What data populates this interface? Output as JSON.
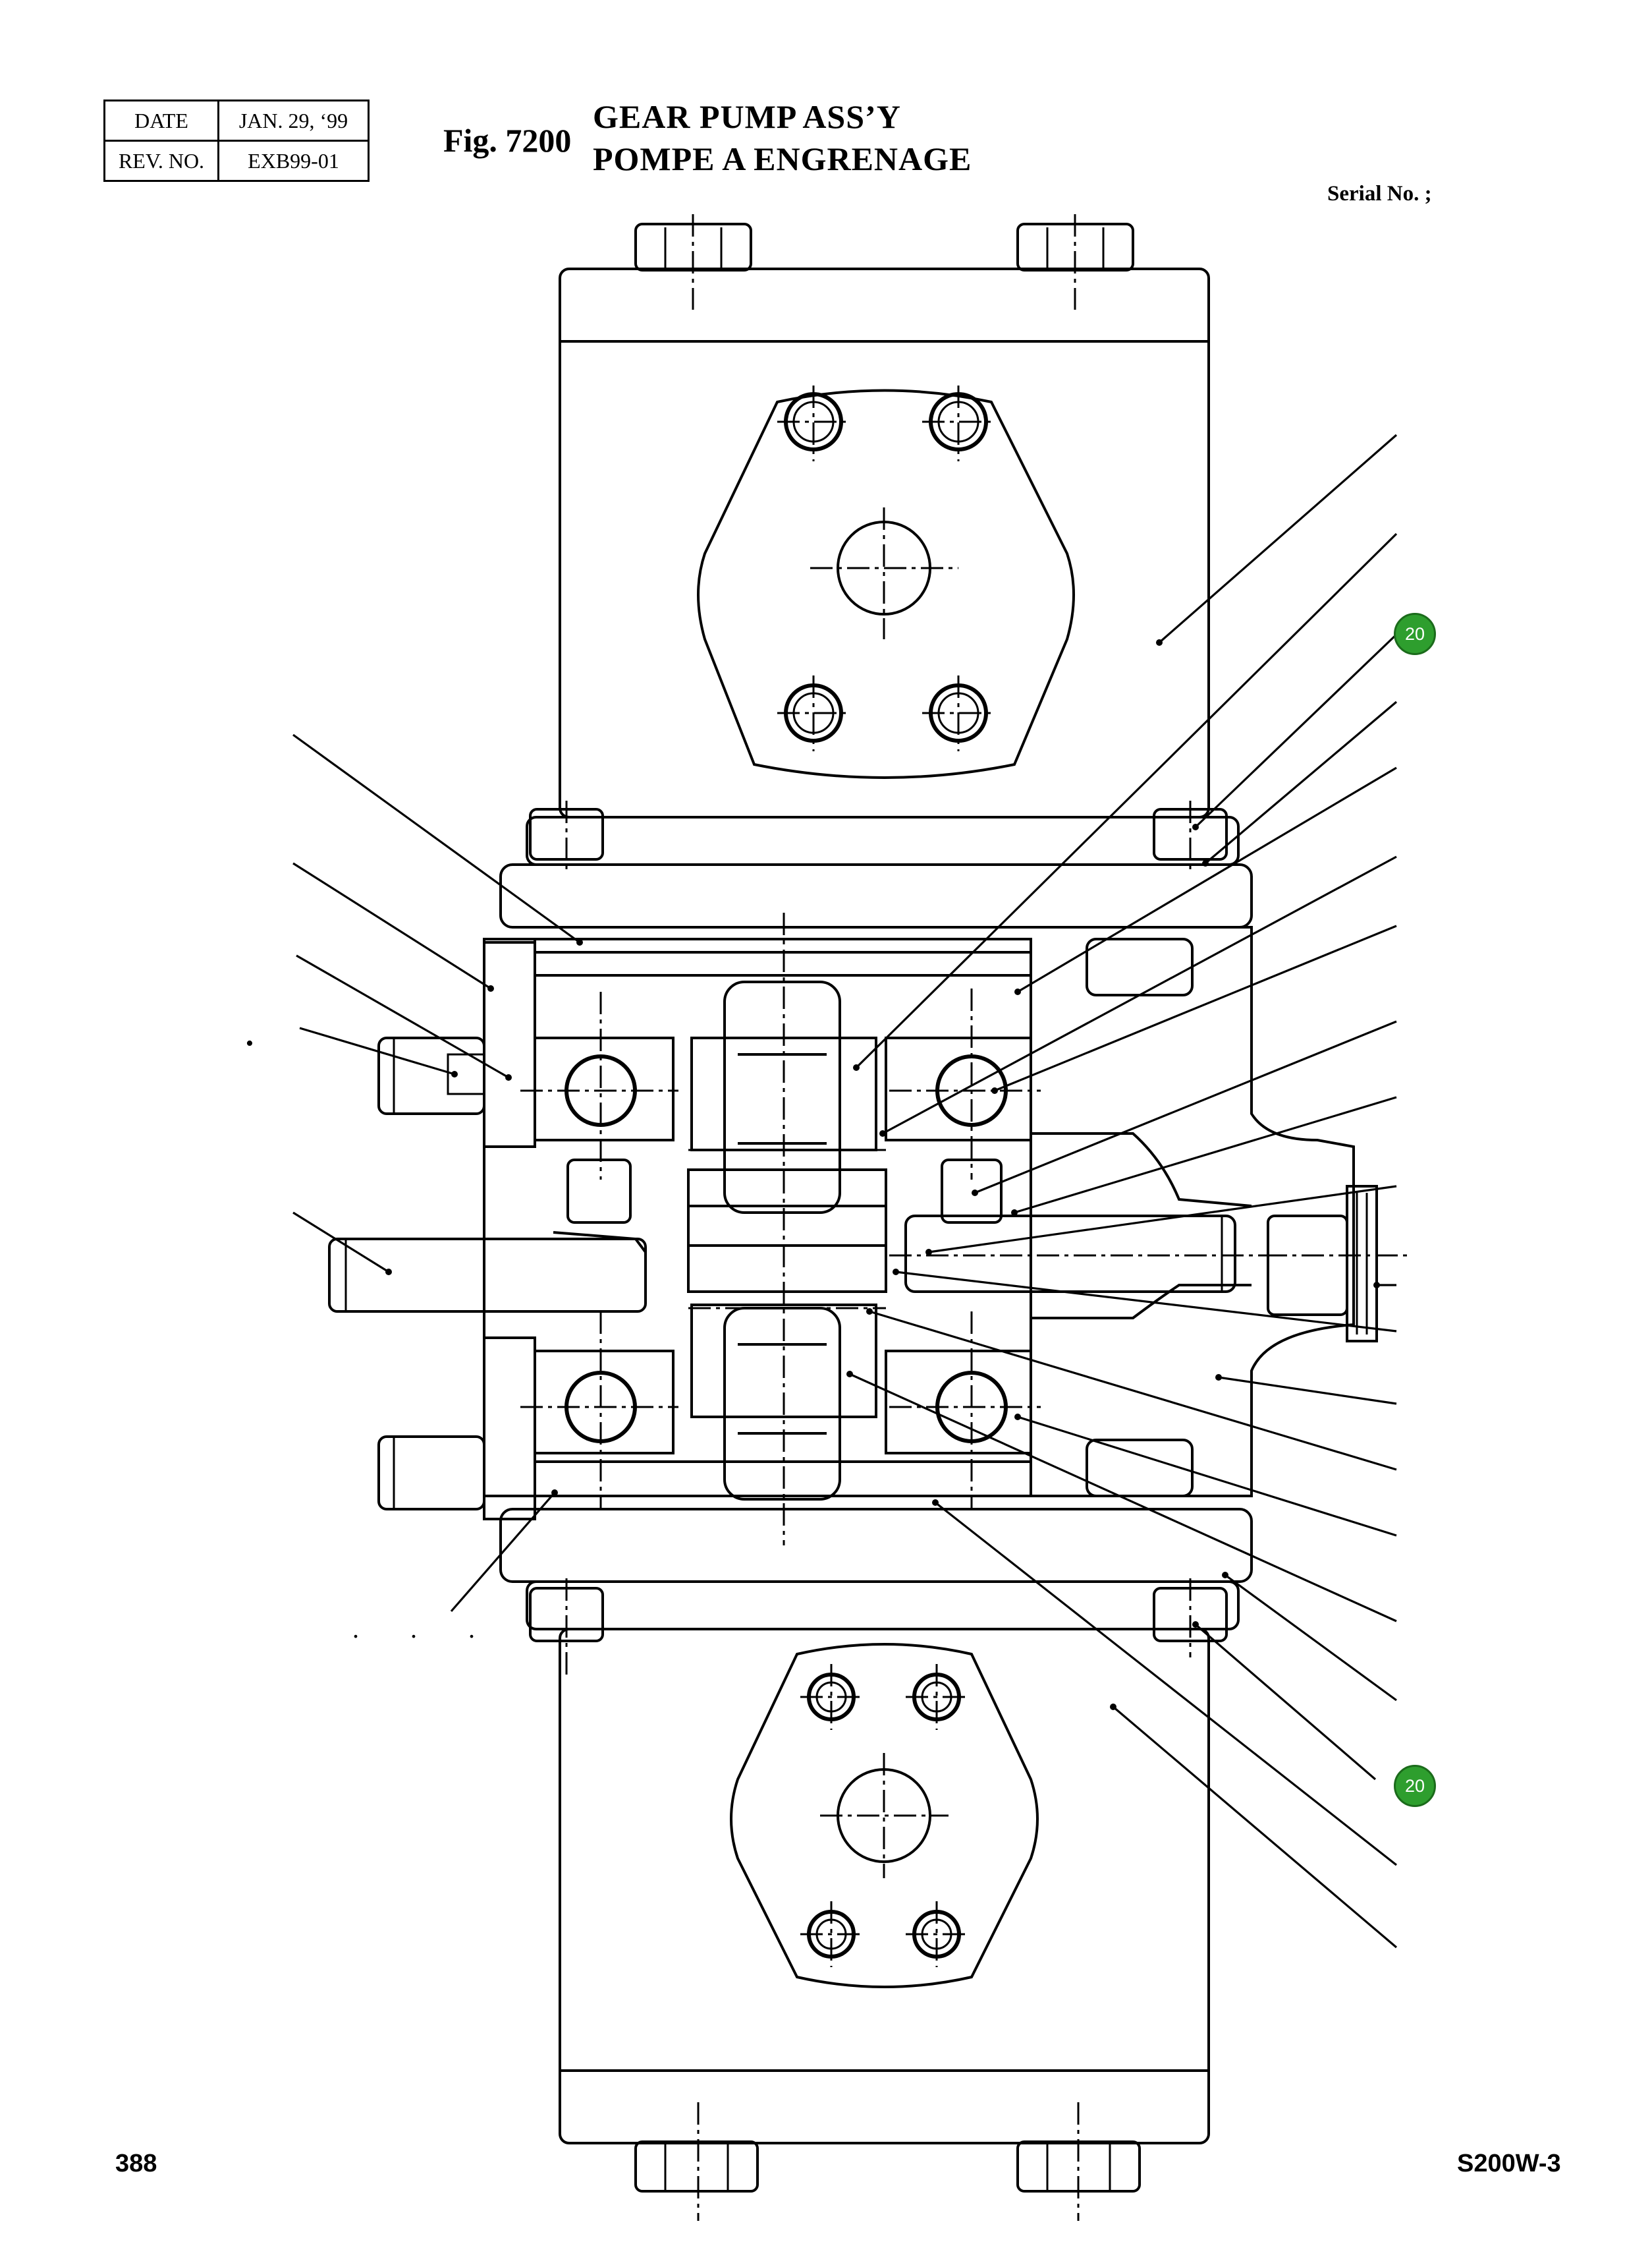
{
  "header": {
    "date_label": "DATE",
    "date_value": "JAN. 29, ‘99",
    "rev_label": "REV. NO.",
    "rev_value": "EXB99-01",
    "fig_label": "Fig. 7200",
    "title_en": "GEAR PUMP ASS’Y",
    "title_fr": "POMPE A ENGRENAGE",
    "serial_label": "Serial No. ;"
  },
  "callouts": [
    {
      "label": "20",
      "color": "#2e9e2e"
    },
    {
      "label": "20",
      "color": "#2e9e2e"
    }
  ],
  "markers": {
    "ellipsis": ". . .",
    "stray_dot": "•"
  },
  "footer": {
    "page_number": "388",
    "model": "S200W-3"
  }
}
